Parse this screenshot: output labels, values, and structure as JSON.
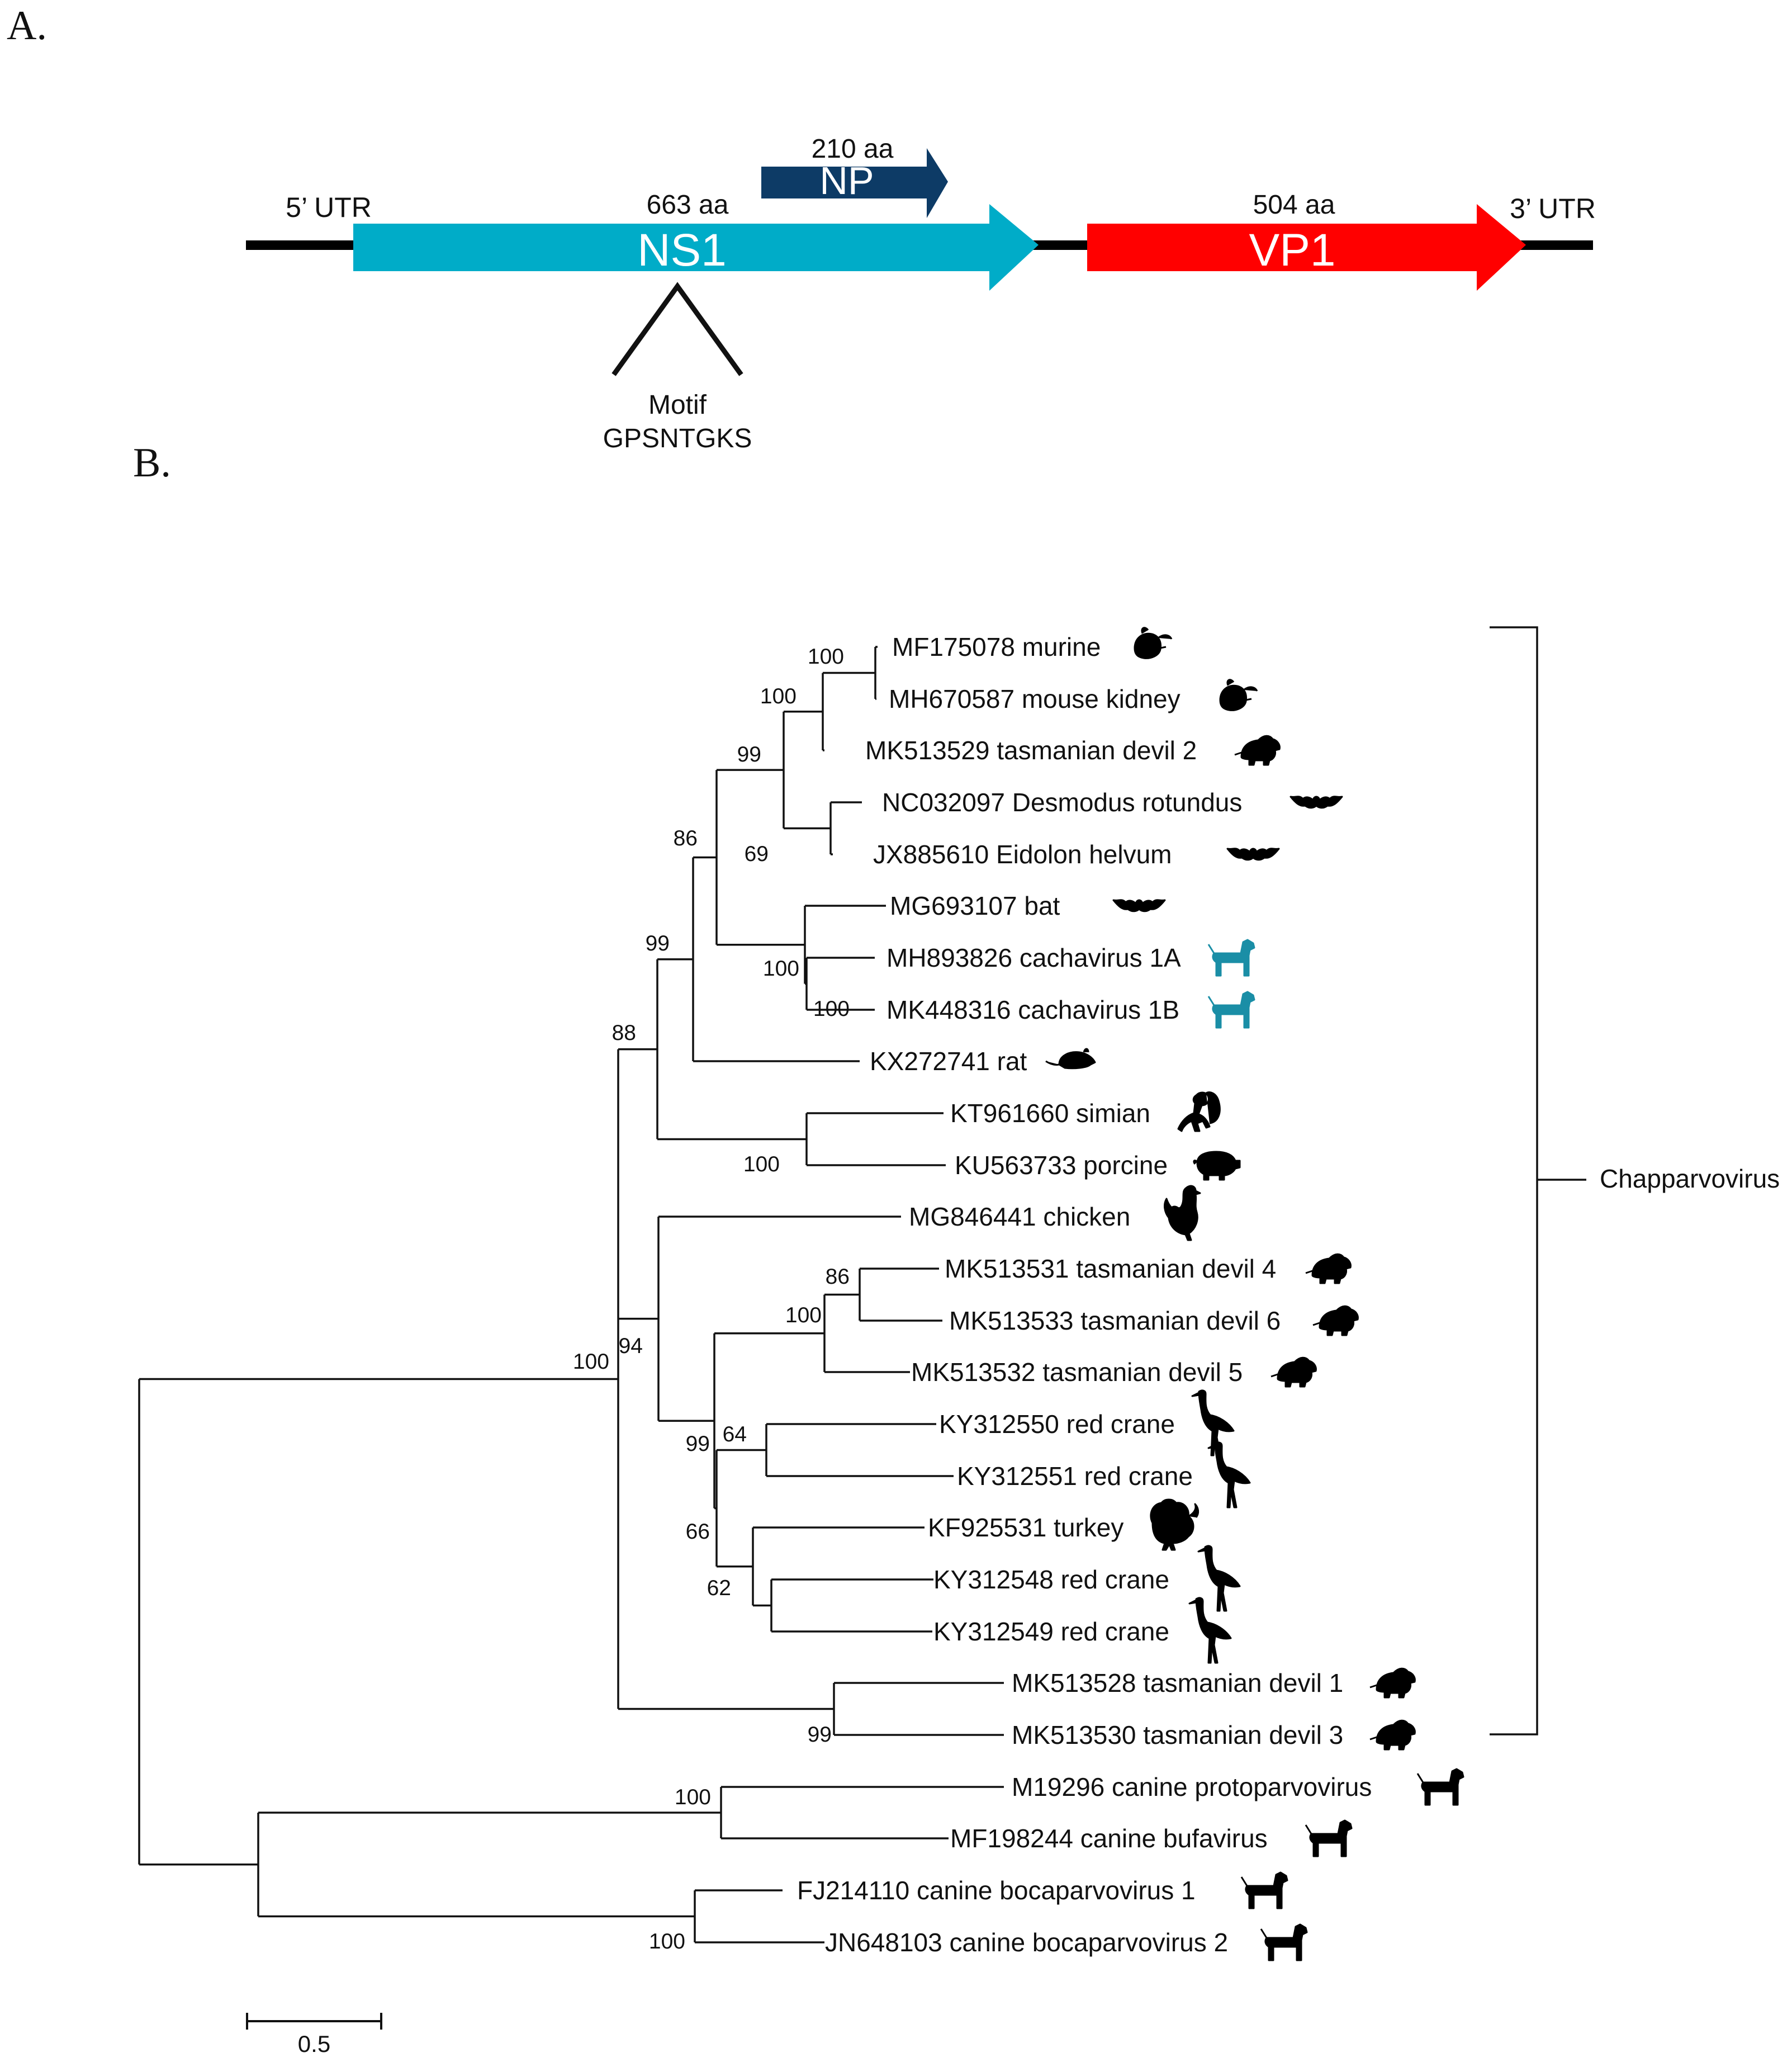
{
  "panels": {
    "a": "A.",
    "b": "B."
  },
  "genome": {
    "utr5": "5’ UTR",
    "utr3": "3’ UTR",
    "genes": [
      {
        "name": "NS1",
        "length": "663 aa",
        "color": "#00acc8"
      },
      {
        "name": "NP",
        "length": "210 aa",
        "color": "#0d3b66"
      },
      {
        "name": "VP1",
        "length": "504 aa",
        "color": "#ff0000"
      }
    ],
    "motif_title": "Motif",
    "motif_seq": "GPSNTGKS"
  },
  "tree": {
    "leaves": [
      {
        "label": "MF175078 murine",
        "icon": "mouse-icon"
      },
      {
        "label": "MH670587 mouse kidney",
        "icon": "mouse-icon"
      },
      {
        "label": "MK513529 tasmanian devil 2",
        "icon": "devil-icon"
      },
      {
        "label": "NC032097 Desmodus rotundus",
        "icon": "bat-icon"
      },
      {
        "label": "JX885610 Eidolon helvum",
        "icon": "bat-icon"
      },
      {
        "label": "MG693107 bat",
        "icon": "bat-icon"
      },
      {
        "label": "MH893826 cachavirus 1A",
        "icon": "dog-icon",
        "color": "#1a8ea6"
      },
      {
        "label": "MK448316 cachavirus 1B",
        "icon": "dog-icon",
        "color": "#1a8ea6"
      },
      {
        "label": "KX272741 rat",
        "icon": "rat-icon"
      },
      {
        "label": "KT961660 simian",
        "icon": "monkey-icon"
      },
      {
        "label": "KU563733 porcine",
        "icon": "pig-icon"
      },
      {
        "label": "MG846441 chicken",
        "icon": "chicken-icon"
      },
      {
        "label": "MK513531 tasmanian devil 4",
        "icon": "devil-icon"
      },
      {
        "label": "MK513533 tasmanian devil 6",
        "icon": "devil-icon"
      },
      {
        "label": "MK513532 tasmanian devil 5",
        "icon": "devil-icon"
      },
      {
        "label": "KY312550 red crane",
        "icon": "crane-icon"
      },
      {
        "label": "KY312551 red crane",
        "icon": "crane-icon"
      },
      {
        "label": "KF925531 turkey",
        "icon": "turkey-icon"
      },
      {
        "label": "KY312548 red crane",
        "icon": "crane-icon"
      },
      {
        "label": "KY312549 red crane",
        "icon": "crane-icon"
      },
      {
        "label": "MK513528 tasmanian devil 1",
        "icon": "devil-icon"
      },
      {
        "label": "MK513530 tasmanian devil 3",
        "icon": "devil-icon"
      },
      {
        "label": "M19296 canine protoparvovirus",
        "icon": "dog-icon"
      },
      {
        "label": "MF198244 canine bufavirus",
        "icon": "dog-icon"
      },
      {
        "label": "FJ214110 canine bocaparvovirus 1",
        "icon": "dog-icon"
      },
      {
        "label": "JN648103 canine bocaparvovirus 2",
        "icon": "dog-icon"
      }
    ],
    "bootstrap": [
      "100",
      "100",
      "99",
      "69",
      "86",
      "100",
      "100",
      "99",
      "100",
      "88",
      "86",
      "100",
      "64",
      "62",
      "66",
      "99",
      "94",
      "99",
      "100",
      "100",
      "100",
      "100"
    ],
    "clade": "Chapparvovirus",
    "scale": "0.5",
    "icon_color": "#000000"
  }
}
